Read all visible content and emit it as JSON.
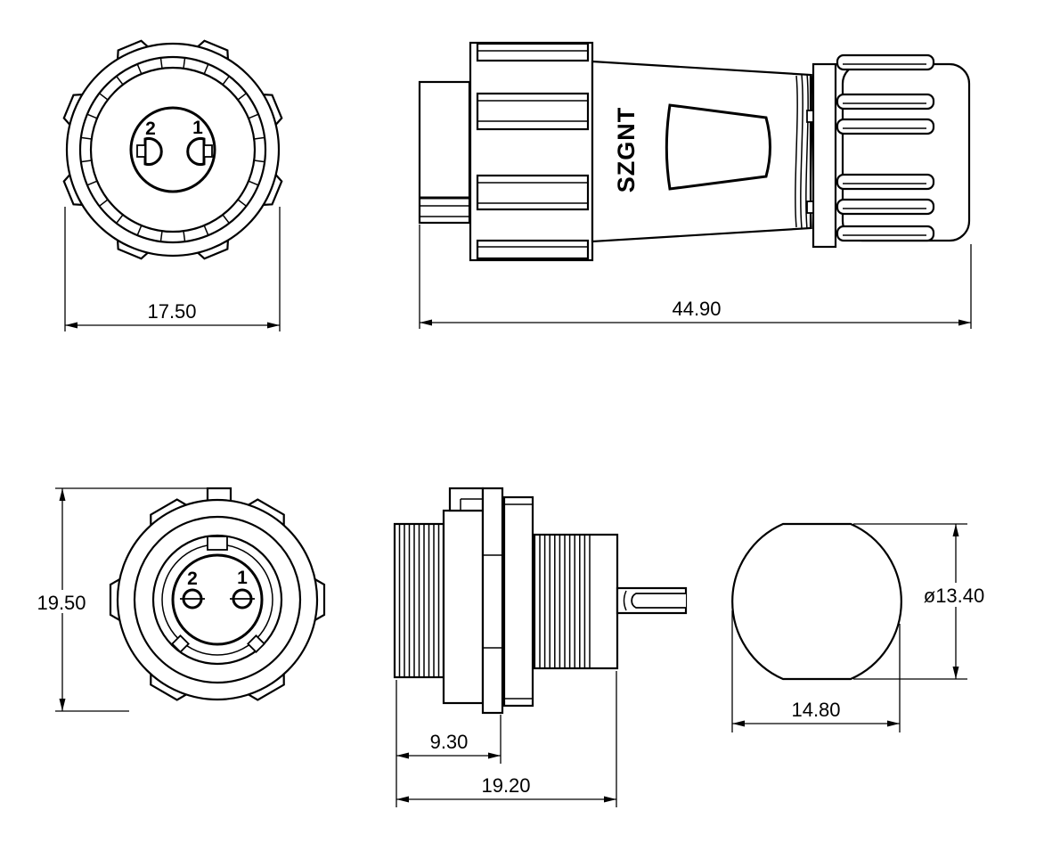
{
  "drawing": {
    "brand_text": "SZGNT",
    "plug_front": {
      "pin2": "2",
      "pin1": "1",
      "dim_width": "17.50"
    },
    "plug_side": {
      "dim_length": "44.90"
    },
    "socket_front": {
      "pin2": "2",
      "pin1": "1",
      "dim_height": "19.50"
    },
    "socket_side": {
      "dim_thread_len": "9.30",
      "dim_total_len": "19.20"
    },
    "panel_cutout": {
      "dim_diameter": "ø13.40",
      "dim_width": "14.80"
    }
  }
}
